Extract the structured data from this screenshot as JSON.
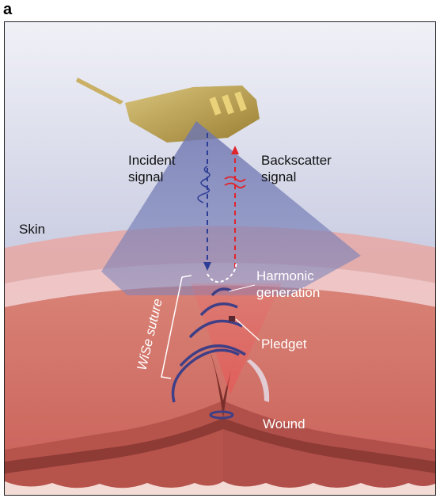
{
  "panel_label": "a",
  "labels": {
    "incident": [
      "Incident",
      "signal"
    ],
    "backscatter": [
      "Backscatter",
      "signal"
    ],
    "skin": "Skin",
    "harmonic": [
      "Harmonic",
      "generation"
    ],
    "wise_suture": "WiSe suture",
    "pledget": "Pledget",
    "wound": "Wound"
  },
  "colors": {
    "background_top": "#eef0f6",
    "background_bottom": "#a7acd0",
    "skin_surface": "#e8a9a6",
    "tissue": "#cf6b63",
    "tissue_dark": "#a9443d",
    "beam": "#7179b2",
    "backscatter_beam": "#e4585a",
    "incident_arrow": "#2d3c94",
    "backscatter_arrow": "#e0242b",
    "suture": "#3e3f86",
    "reader": "#b59c4e"
  },
  "icons": [
    "reader-device-icon",
    "suture-coil-icon",
    "pledget-icon"
  ]
}
